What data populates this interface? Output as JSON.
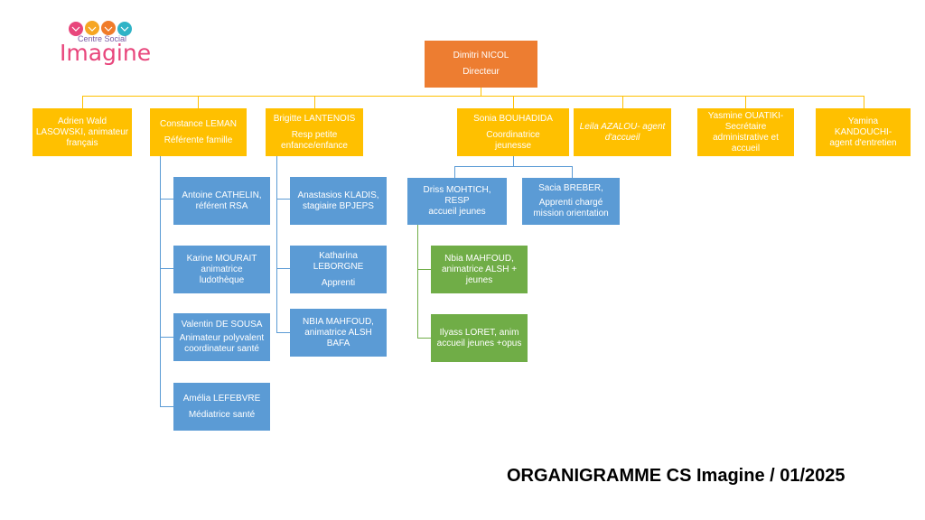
{
  "logo": {
    "top": "Centre Social",
    "main": "Imagine"
  },
  "footer": "ORGANIGRAMME CS Imagine / 01/2025",
  "director": {
    "name": "Dimitri NICOL",
    "role": "Directeur"
  },
  "level1": [
    {
      "id": "adrien",
      "l1": "Adrien Wald",
      "l2": "LASOWSKI, animateur",
      "l3": "français"
    },
    {
      "id": "constance",
      "l1": "Constance LEMAN",
      "l2": "Référente famille"
    },
    {
      "id": "brigitte",
      "l1": "Brigitte LANTENOIS",
      "l2": "Resp petite",
      "l3": "enfance/enfance"
    },
    {
      "id": "sonia",
      "l1": "Sonia BOUHADIDA",
      "l2": "Coordinatrice",
      "l3": "jeunesse"
    },
    {
      "id": "leila",
      "l1": "Leila AZALOU- agent",
      "l2": "d'accueil"
    },
    {
      "id": "yasmine",
      "l1": "Yasmine OUATIKI-",
      "l2": "Secrétaire",
      "l3": "administrative et",
      "l4": "accueil"
    },
    {
      "id": "yamina",
      "l1": "Yamina KANDOUCHI-",
      "l2": "agent d'entretien"
    }
  ],
  "constance_team": [
    {
      "l1": "Antoine CATHELIN,",
      "l2": "référent RSA"
    },
    {
      "l1": "Karine MOURAIT",
      "l2": "animatrice",
      "l3": "ludothèque"
    },
    {
      "l1": "Valentin DE SOUSA",
      "l2": "Animateur polyvalent",
      "l3": "coordinateur santé"
    },
    {
      "l1": "Amélia LEFEBVRE",
      "l2": "Médiatrice santé"
    }
  ],
  "brigitte_team": [
    {
      "l1": "Anastasios KLADIS,",
      "l2": "stagiaire BPJEPS"
    },
    {
      "l1": "Katharina LEBORGNE",
      "l2": "Apprenti"
    },
    {
      "l1": "NBIA MAHFOUD,",
      "l2": "animatrice ALSH",
      "l3": "BAFA"
    }
  ],
  "sonia_team": [
    {
      "l1": "Driss MOHTICH, RESP",
      "l2": "accueil jeunes"
    },
    {
      "l1": "Sacia BREBER,",
      "l2": "Apprenti chargé",
      "l3": "mission orientation"
    }
  ],
  "driss_team": [
    {
      "l1": "Nbia MAHFOUD,",
      "l2": "animatrice ALSH +",
      "l3": "jeunes"
    },
    {
      "l1": "Ilyass LORET, anim",
      "l2": "accueil jeunes +opus"
    }
  ],
  "colors": {
    "director": "#ed7d31",
    "level1": "#ffc000",
    "staff": "#5b9bd5",
    "youth": "#70ad47"
  }
}
